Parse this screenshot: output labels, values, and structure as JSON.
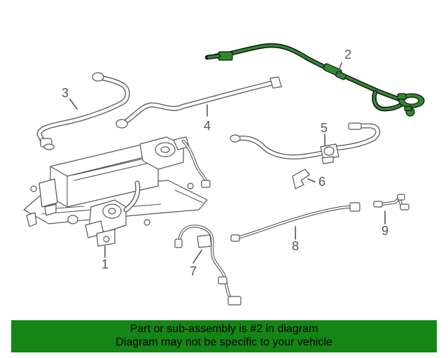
{
  "diagram": {
    "callouts": [
      "1",
      "2",
      "3",
      "4",
      "5",
      "6",
      "7",
      "8",
      "9"
    ],
    "highlighted_part": "2",
    "highlight_color": "#2f8a2f"
  },
  "banner": {
    "line1": "Part or sub-assembly is #2 in diagram",
    "line2": "Diagram may not be specific to your vehicle",
    "background": "#158515"
  }
}
